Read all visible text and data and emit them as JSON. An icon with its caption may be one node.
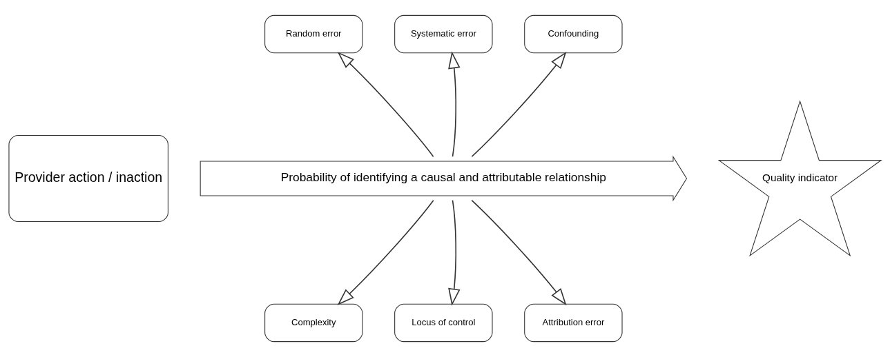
{
  "diagram": {
    "nodes": [
      {
        "text": [
          "Provider action / inaction"
        ]
      },
      {
        "text": [
          "Probability of identifying a causal and attributable relationship"
        ]
      },
      {
        "text": [
          "Quality indicator"
        ]
      },
      {
        "text": [
          "Random error"
        ]
      },
      {
        "text": [
          "Systematic error"
        ]
      },
      {
        "text": [
          "Confounding"
        ]
      },
      {
        "text": [
          "Complexity"
        ]
      },
      {
        "text": [
          "Locus of control"
        ]
      },
      {
        "text": [
          "Attribution error"
        ]
      }
    ],
    "edges": [
      {
        "from": 1,
        "to": 3,
        "arrow": "to"
      },
      {
        "from": 1,
        "to": 4,
        "arrow": "to"
      },
      {
        "from": 1,
        "to": 5,
        "arrow": "to"
      },
      {
        "from": 1,
        "to": 6,
        "arrow": "to"
      },
      {
        "from": 1,
        "to": 7,
        "arrow": "to"
      },
      {
        "from": 1,
        "to": 8,
        "arrow": "to"
      }
    ]
  }
}
